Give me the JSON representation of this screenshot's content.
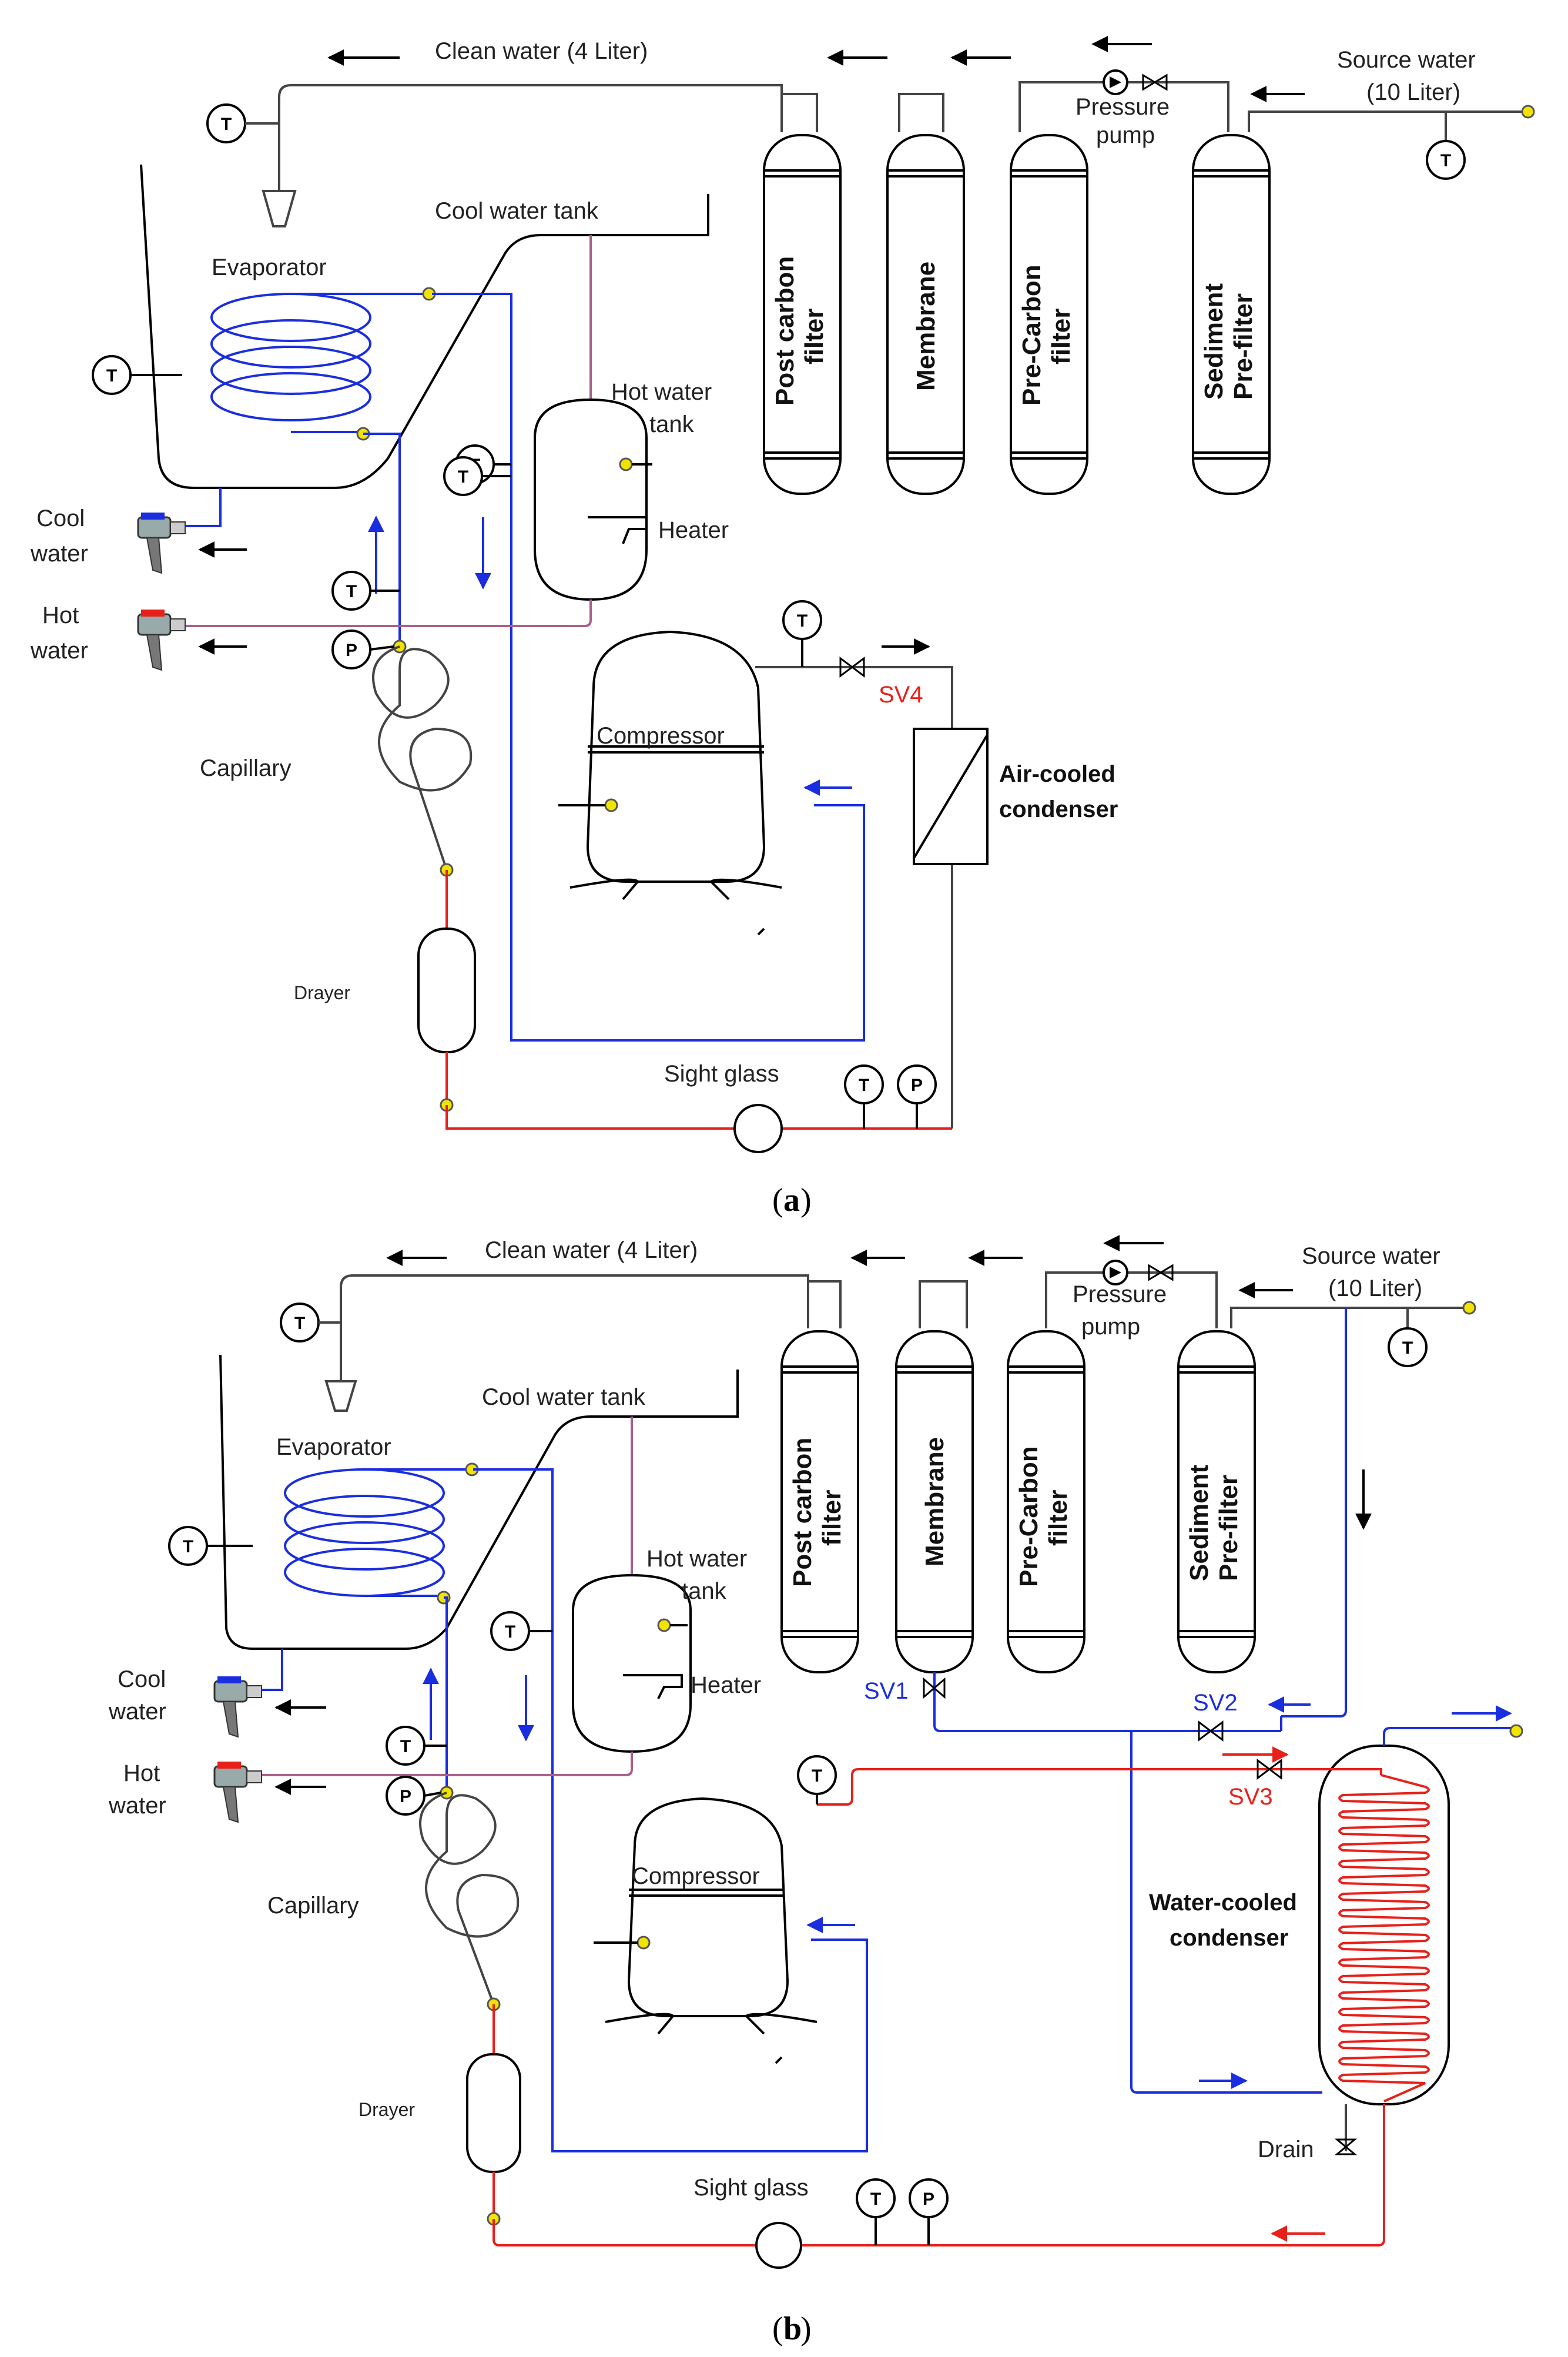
{
  "panel_a": {
    "caption": "a",
    "clean_water": "Clean water (4 Liter)",
    "source_water_1": "Source water",
    "source_water_2": "(10 Liter)",
    "pressure_1": "Pressure",
    "pressure_2": "pump",
    "cool_water_tank": "Cool water tank",
    "evaporator": "Evaporator",
    "hot_water_tank_1": "Hot water",
    "hot_water_tank_2": "tank",
    "heater": "Heater",
    "cool_water_1": "Cool",
    "cool_water_2": "water",
    "hot_water_1": "Hot",
    "hot_water_2": "water",
    "capillary": "Capillary",
    "dryer": "Drayer",
    "compressor": "Compressor",
    "condenser_1": "Air-cooled",
    "condenser_2": "condenser",
    "sight_glass": "Sight glass",
    "sv4": "SV4",
    "filters": [
      "Post carbon filter",
      "Membrane",
      "Pre-Carbon filter",
      "Sediment Pre-filter"
    ],
    "filter_lines": [
      [
        "Post carbon",
        "filter"
      ],
      [
        "Membrane"
      ],
      [
        "Pre-Carbon",
        "filter"
      ],
      [
        "Sediment",
        "Pre-filter"
      ]
    ]
  },
  "panel_b": {
    "caption": "b",
    "clean_water": "Clean water (4 Liter)",
    "source_water_1": "Source water",
    "source_water_2": "(10 Liter)",
    "pressure_1": "Pressure",
    "pressure_2": "pump",
    "cool_water_tank": "Cool water tank",
    "evaporator": "Evaporator",
    "hot_water_tank_1": "Hot water",
    "hot_water_tank_2": "tank",
    "heater": "Heater",
    "cool_water_1": "Cool",
    "cool_water_2": "water",
    "hot_water_1": "Hot",
    "hot_water_2": "water",
    "capillary": "Capillary",
    "dryer": "Drayer",
    "compressor": "Compressor",
    "condenser_1": "Water-cooled",
    "condenser_2": "condenser",
    "sight_glass": "Sight glass",
    "drain": "Drain",
    "sv1": "SV1",
    "sv2": "SV2",
    "sv3": "SV3",
    "filter_lines": [
      [
        "Post carbon",
        "filter"
      ],
      [
        "Membrane"
      ],
      [
        "Pre-Carbon",
        "filter"
      ],
      [
        "Sediment",
        "Pre-filter"
      ]
    ]
  },
  "sensor_T": "T",
  "sensor_P": "P",
  "colors": {
    "refrigerant_hot": "#e8201a",
    "water_cold": "#1a2ee0",
    "hot_water_line": "#a8608a",
    "sensor_dot": "#f2e300"
  }
}
